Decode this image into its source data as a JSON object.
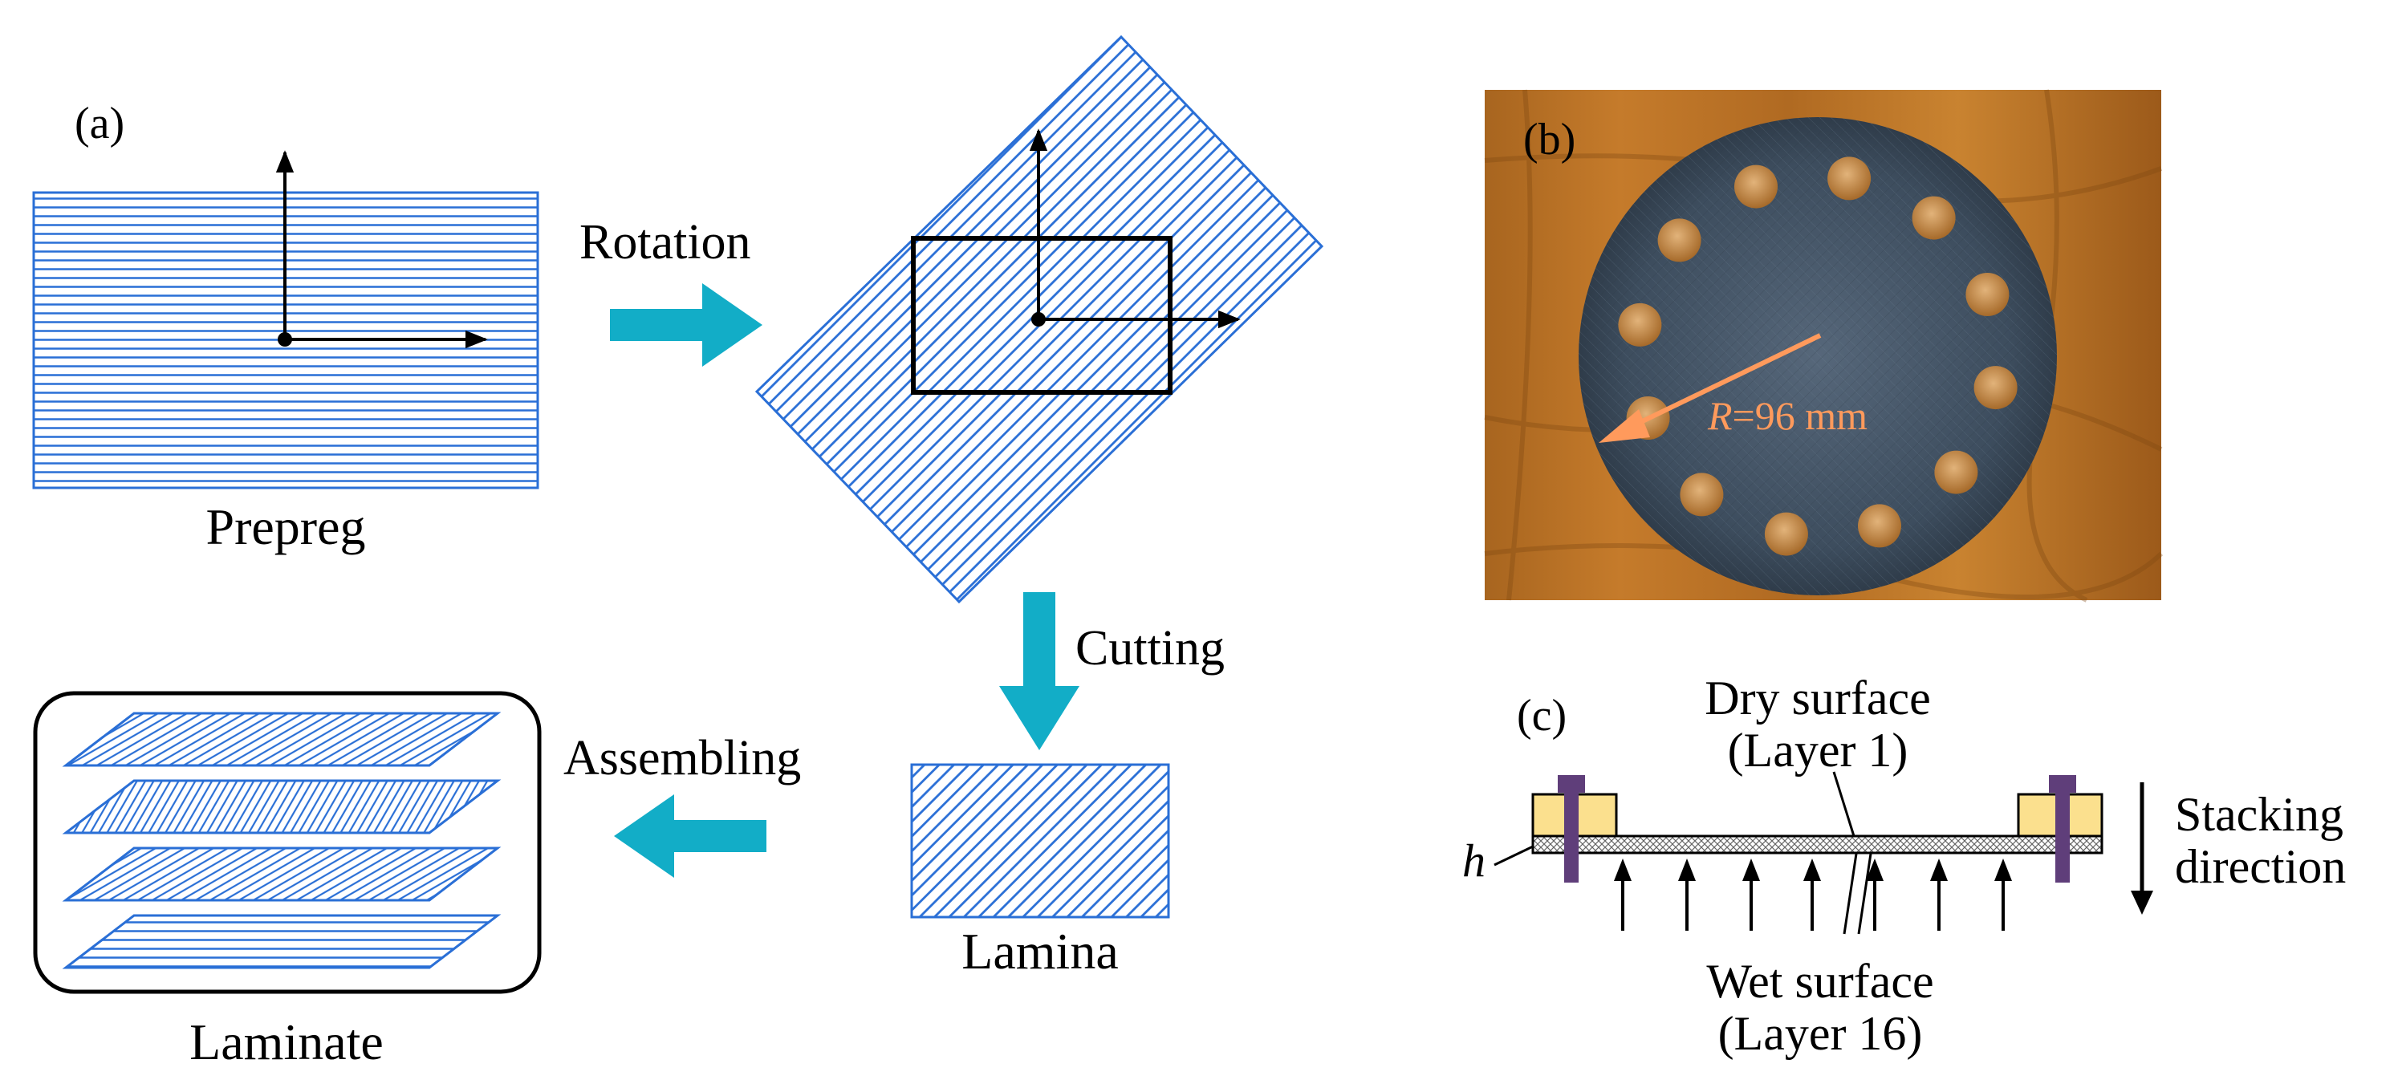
{
  "panel_a": {
    "label": "(a)",
    "steps": {
      "rotation": "Rotation",
      "cutting": "Cutting",
      "assembling": "Assembling"
    },
    "captions": {
      "prepreg": "Prepreg",
      "lamina": "Lamina",
      "laminate": "Laminate"
    }
  },
  "panel_b": {
    "label": "(b)",
    "radius_annotation": {
      "symbol": "R",
      "value": "=96 mm"
    }
  },
  "panel_c": {
    "label": "(c)",
    "dry_surface": {
      "line1": "Dry surface",
      "line2": "(Layer 1)"
    },
    "wet_surface": {
      "line1": "Wet surface",
      "line2": "(Layer 16)"
    },
    "stacking": {
      "line1": "Stacking",
      "line2": "direction"
    },
    "thickness_symbol": "h"
  },
  "colors": {
    "fiber_blue": "#2a6fd6",
    "process_arrow": "#12adc7",
    "annotation_orange": "#ff9a5c",
    "clamp_yellow": "#fbe08e",
    "bolt_purple": "#5f3e7a"
  }
}
